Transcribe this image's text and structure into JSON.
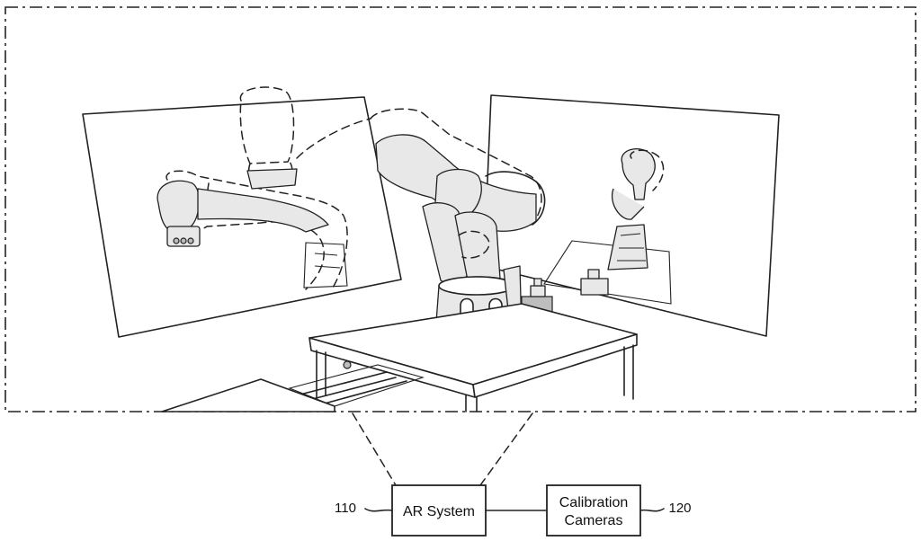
{
  "diagram": {
    "blocks": {
      "ar_system": {
        "label": "AR System",
        "ref": "110"
      },
      "calibration_cameras": {
        "label_line1": "Calibration",
        "label_line2": "Cameras",
        "ref": "120"
      }
    }
  }
}
